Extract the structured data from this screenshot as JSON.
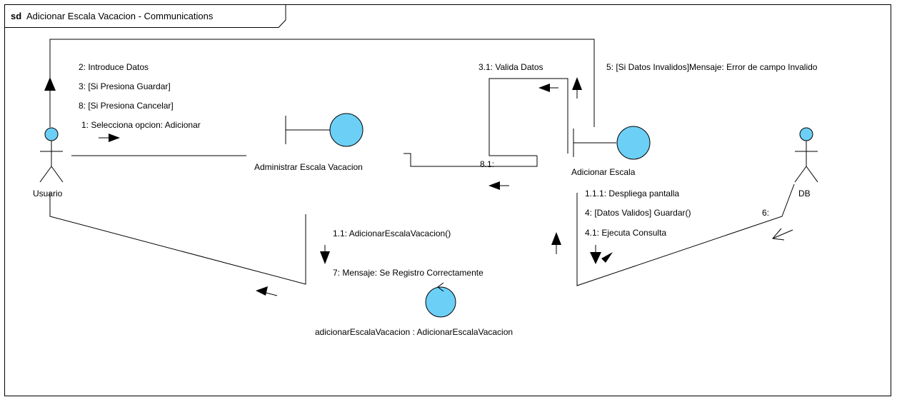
{
  "diagram": {
    "frame_keyword": "sd",
    "frame_title": "Adicionar Escala Vacacion - Communications",
    "colors": {
      "fill": "#6ccff6",
      "stroke": "#000000",
      "background": "#ffffff"
    },
    "participants": {
      "usuario": {
        "name": "Usuario",
        "kind": "actor"
      },
      "db": {
        "name": "DB",
        "kind": "actor"
      },
      "administrar": {
        "name": "Administrar Escala Vacacion",
        "kind": "boundary"
      },
      "adicionar": {
        "name": "Adicionar Escala",
        "kind": "boundary"
      },
      "control": {
        "name": "adicionarEscalaVacacion : AdicionarEscalaVacacion",
        "kind": "control"
      }
    },
    "messages": {
      "m2": "2: Introduce Datos",
      "m3": "3: [Si Presiona Guardar]",
      "m8": "8: [Si Presiona Cancelar]",
      "m1": "1: Selecciona opcion: Adicionar",
      "m31": "3.1: Valida Datos",
      "m5": "5: [Si Datos Invalidos]Mensaje: Error de campo Invalido",
      "m81": "8.1:",
      "m111": "1.1.1: Despliega pantalla",
      "m4": "4: [Datos Validos] Guardar()",
      "m6": "6:",
      "m41": "4.1: Ejecuta Consulta",
      "m11": "1.1: AdicionarEscalaVacacion()",
      "m7": "7: Mensaje: Se Registro Correctamente"
    }
  }
}
